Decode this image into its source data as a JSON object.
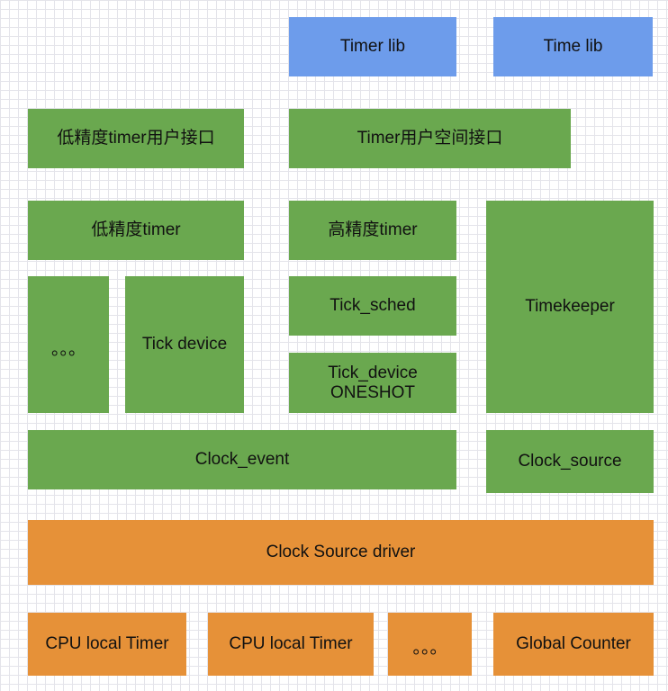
{
  "colors": {
    "blue": "#6d9ceb",
    "green": "#6aa84f",
    "orange": "#e69138",
    "grid": "#e4e4ea"
  },
  "boxes": {
    "timer_lib": "Timer lib",
    "time_lib": "Time lib",
    "low_res_user_if": "低精度timer用户接口",
    "timer_userspace_if": "Timer用户空间接口",
    "low_res_timer": "低精度timer",
    "high_res_timer": "高精度timer",
    "timekeeper": "Timekeeper",
    "ellipsis_left": "。。。",
    "tick_device": "Tick device",
    "tick_sched": "Tick_sched",
    "tick_device_oneshot_line1": "Tick_device",
    "tick_device_oneshot_line2": "ONESHOT",
    "clock_event": "Clock_event",
    "clock_source": "Clock_source",
    "clock_source_driver": "Clock Source driver",
    "cpu_local_timer_1": "CPU local Timer",
    "cpu_local_timer_2": "CPU local Timer",
    "ellipsis_bottom": "。。。",
    "global_counter": "Global Counter"
  }
}
